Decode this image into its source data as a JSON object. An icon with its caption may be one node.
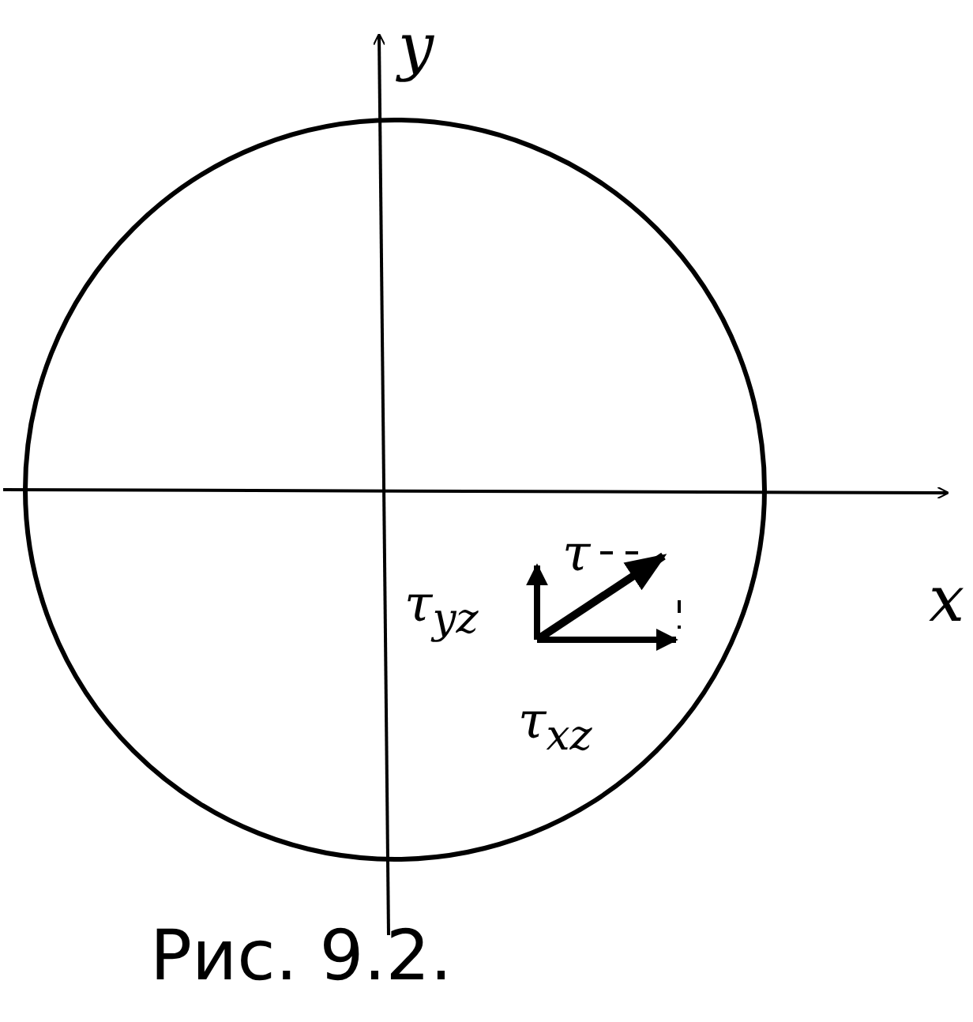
{
  "diagram": {
    "caption": "Рис. 9.2.",
    "labels": [
      "y",
      "x",
      "τ",
      "τ$_{yz}$",
      "τ$_{xz}$"
    ]
  }
}
